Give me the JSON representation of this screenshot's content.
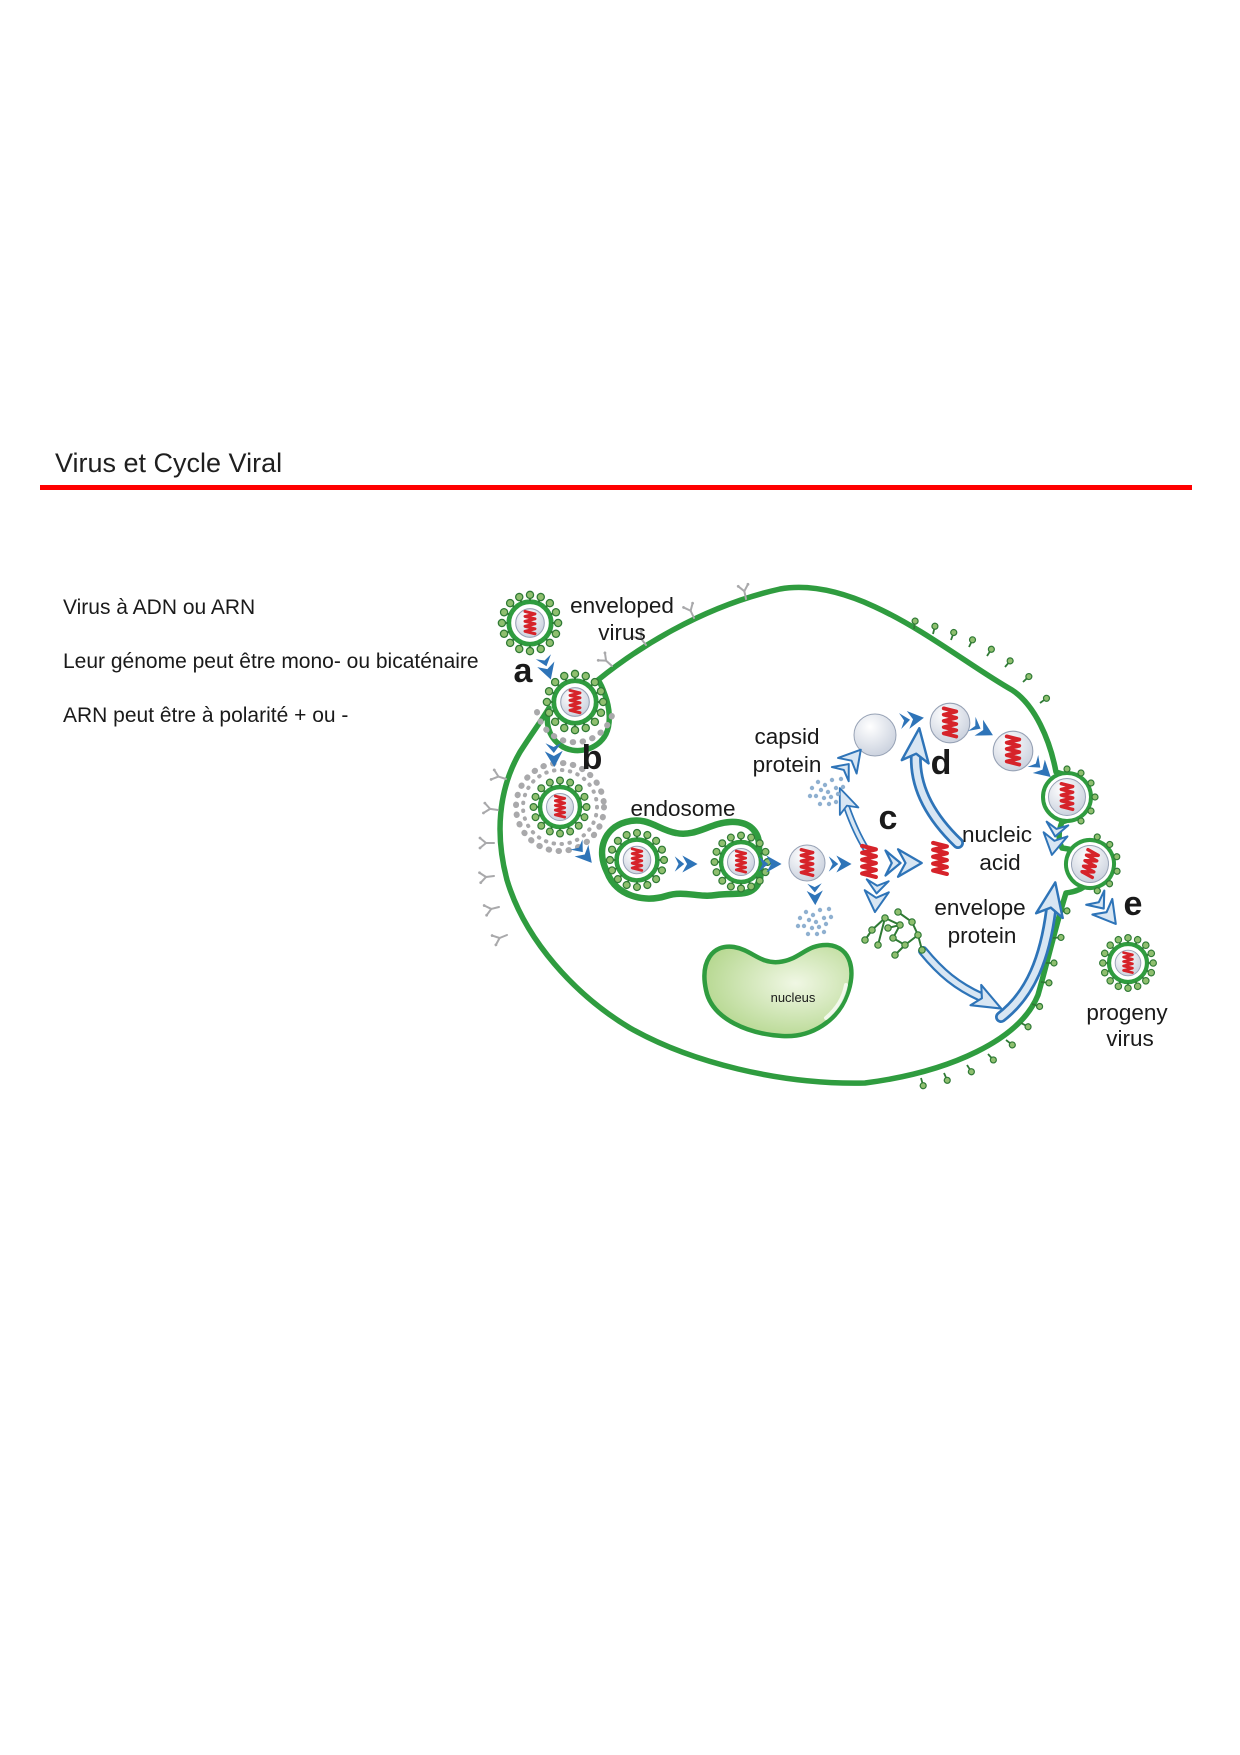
{
  "page": {
    "title": "Virus et Cycle Viral",
    "bullets": [
      "Virus à ADN ou ARN",
      "Leur génome peut être mono- ou bicaténaire",
      "ARN peut être à polarité + ou -"
    ]
  },
  "diagram": {
    "labels": {
      "enveloped_virus": [
        "enveloped",
        "virus"
      ],
      "endosome": "endosome",
      "capsid_protein": [
        "capsid",
        "protein"
      ],
      "nucleic_acid": [
        "nucleic",
        "acid"
      ],
      "envelope_protein": [
        "envelope",
        "protein"
      ],
      "nucleus": "nucleus",
      "progeny_virus": [
        "progeny",
        "virus"
      ]
    },
    "steps": {
      "a": "a",
      "b": "b",
      "c": "c",
      "d": "d",
      "e": "e"
    }
  },
  "colors": {
    "title_text": "#1f1f1f",
    "accent_rule_red": "#ff0000",
    "body_text": "#1a1a1a",
    "membrane_green": "#2f9c3f",
    "spike_fill_green": "#8fbf6f",
    "spike_stroke_green": "#2f7a35",
    "capsid_sphere_gray": "#c9d0dd",
    "nucleic_acid_red": "#d6232a",
    "arrow_blue": "#2e74b8",
    "arrow_light_blue": "#d8e6f3",
    "coat_gray": "#a9a9ab",
    "speckle_blue": "#8fb0d0",
    "nucleus_fill_light": "#f0f7e4",
    "nucleus_fill_dark": "#a8d07c",
    "label_text": "#1a1a1a"
  }
}
